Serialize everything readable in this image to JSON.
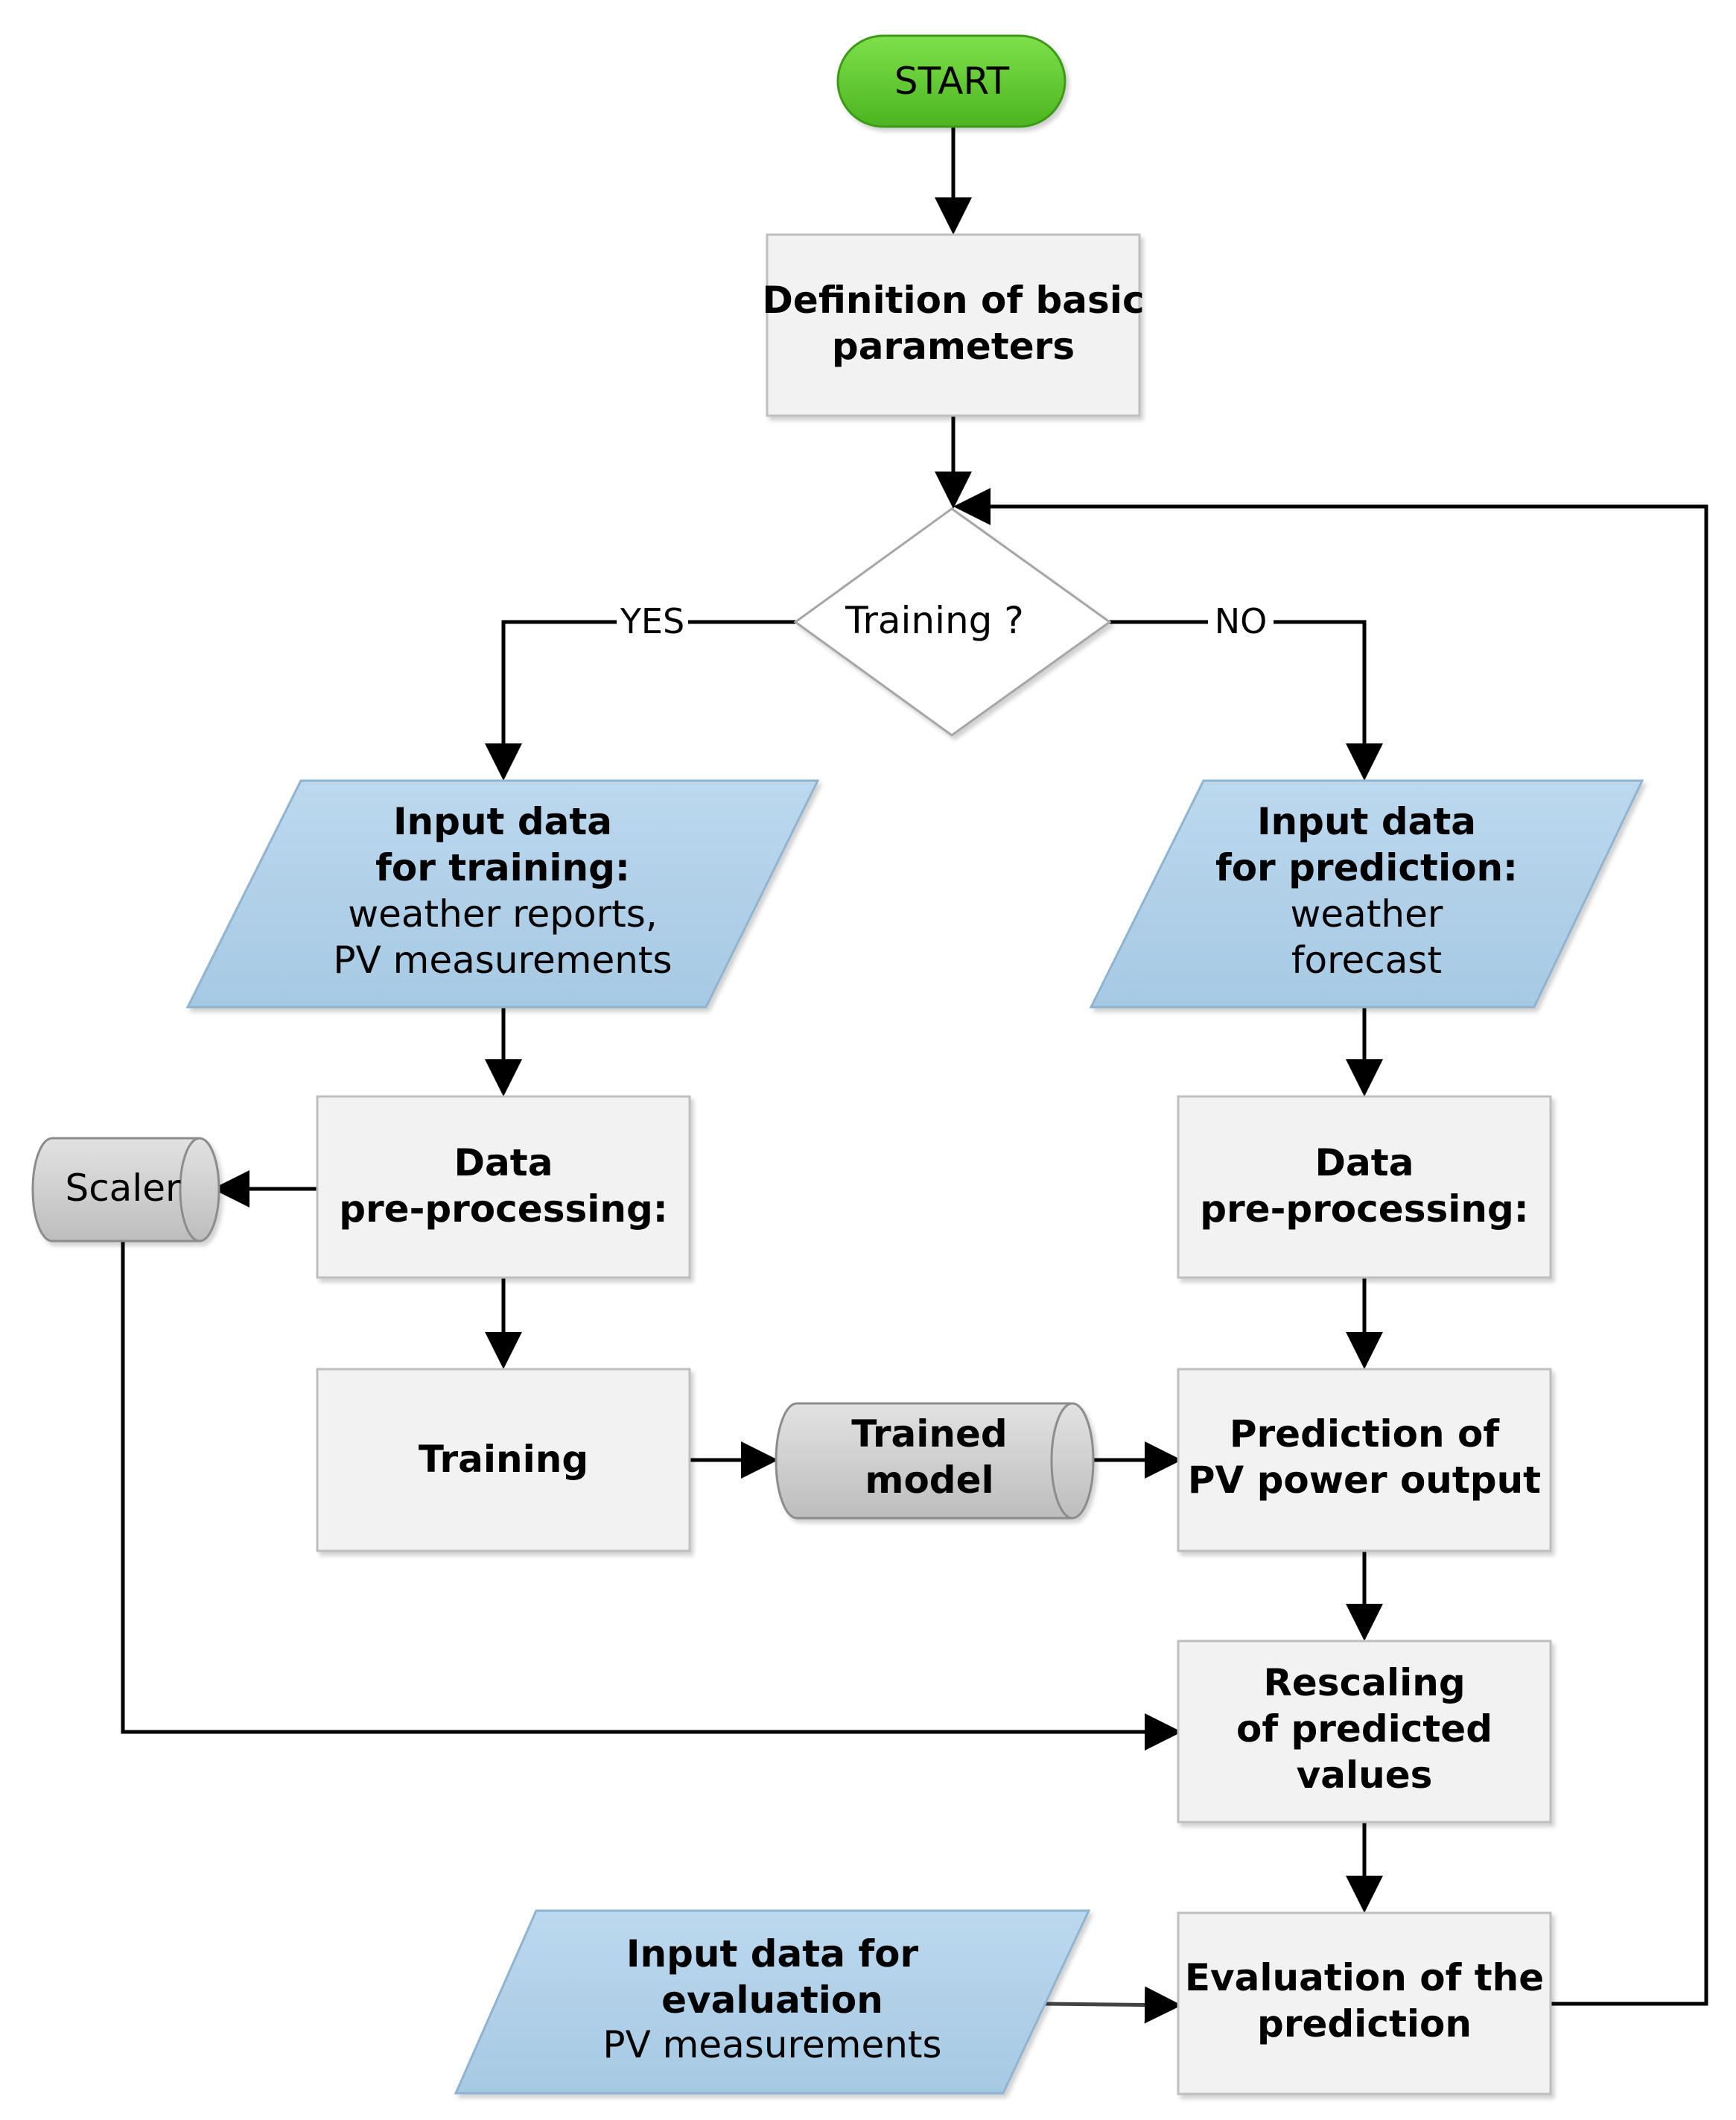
{
  "colors": {
    "start_fill": "#5cc62a",
    "start_stroke": "#3c9a18",
    "process_fill": "#f2f2f2",
    "process_stroke": "#bfbfbf",
    "io_fill": "#b0d0e8",
    "io_stroke": "#8fb4d1",
    "store_fill": "#cfcfcf",
    "store_stroke": "#8c8c8c",
    "decision_fill": "#ffffff",
    "decision_stroke": "#a6a6a6",
    "line": "#000000"
  },
  "nodes": {
    "start": {
      "label": "START"
    },
    "definition": {
      "line1": "Definition of basic",
      "line2": "parameters"
    },
    "decision": {
      "label": "Training ?"
    },
    "yes_label": "YES",
    "no_label": "NO",
    "input_training": {
      "line1": "Input data",
      "line2": "for training:",
      "line3": "weather reports,",
      "line4": "PV measurements"
    },
    "input_prediction": {
      "line1": "Input data",
      "line2": "for prediction:",
      "line3": "weather",
      "line4": "forecast"
    },
    "preproc_left": {
      "line1": "Data",
      "line2": "pre-processing:"
    },
    "preproc_right": {
      "line1": "Data",
      "line2": "pre-processing:"
    },
    "scaler": {
      "label": "Scaler"
    },
    "training": {
      "label": "Training"
    },
    "trained_model": {
      "line1": "Trained",
      "line2": "model"
    },
    "prediction": {
      "line1": "Prediction of",
      "line2": "PV power output"
    },
    "rescaling": {
      "line1": "Rescaling",
      "line2": "of predicted",
      "line3": "values"
    },
    "input_evaluation": {
      "line1": "Input data for",
      "line2": "evaluation",
      "line3": "PV measurements"
    },
    "evaluation": {
      "line1": "Evaluation of the",
      "line2": "prediction"
    }
  }
}
